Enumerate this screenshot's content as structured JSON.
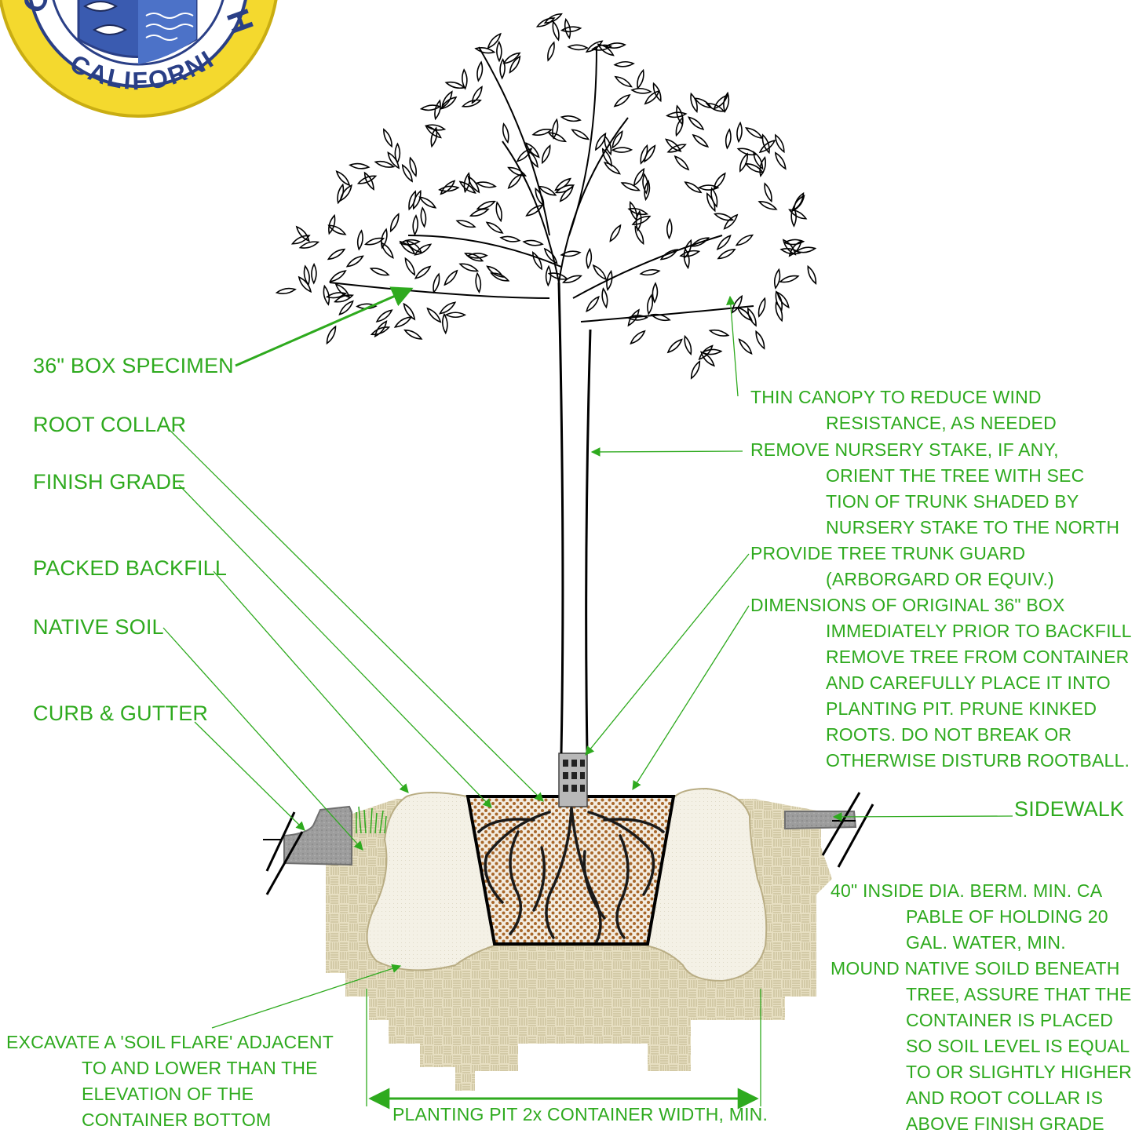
{
  "seal": {
    "text_bottom": "CALIFORNIA",
    "text_left": "C",
    "text_right": "H"
  },
  "colors": {
    "label": "#2eaa1e",
    "leader": "#2eaa1e",
    "native_soil": "#d9cfa8",
    "backfill": "#f2efe2",
    "rootball_dot": "#a8672a",
    "concrete": "#9a9a9a"
  },
  "labels": {
    "box_specimen": "36\" BOX SPECIMEN",
    "root_collar": "ROOT COLLAR",
    "finish_grade": "FINISH GRADE",
    "packed_backfill": "PACKED BACKFILL",
    "native_soil": "NATIVE SOIL",
    "curb_gutter": "CURB & GUTTER",
    "sidewalk": "SIDEWALK",
    "thin_canopy": [
      "THIN CANOPY TO REDUCE WIND",
      "RESISTANCE, AS NEEDED"
    ],
    "nursery_stake": [
      "REMOVE NURSERY STAKE, IF ANY,",
      "ORIENT THE TREE WITH SEC",
      "TION OF TRUNK SHADED BY",
      "NURSERY STAKE TO THE  NORTH"
    ],
    "trunk_guard": [
      "PROVIDE TREE TRUNK GUARD",
      "(ARBORGARD OR EQUIV.)"
    ],
    "dimensions": [
      "DIMENSIONS OF ORIGINAL 36\" BOX",
      "IMMEDIATELY PRIOR TO BACKFILL",
      "REMOVE TREE FROM CONTAINER",
      "AND CAREFULLY PLACE IT INTO",
      "PLANTING PIT.  PRUNE KINKED",
      "ROOTS.  DO NOT BREAK OR",
      "OTHERWISE DISTURB ROOTBALL."
    ],
    "berm": [
      "40\" INSIDE DIA. BERM. MIN. CA",
      "PABLE OF HOLDING 20",
      "GAL. WATER, MIN."
    ],
    "mound": [
      "MOUND NATIVE SOILD BENEATH",
      "TREE, ASSURE THAT THE",
      "CONTAINER IS PLACED",
      "SO SOIL LEVEL IS EQUAL",
      "TO OR SLIGHTLY HIGHER",
      "AND ROOT COLLAR IS",
      "ABOVE FINISH GRADE"
    ],
    "soil_flare": [
      "EXCAVATE A 'SOIL FLARE' ADJACENT",
      "TO AND LOWER THAN THE",
      "ELEVATION OF THE",
      "CONTAINER BOTTOM"
    ],
    "pit_width": "PLANTING PIT 2x CONTAINER WIDTH, MIN."
  }
}
